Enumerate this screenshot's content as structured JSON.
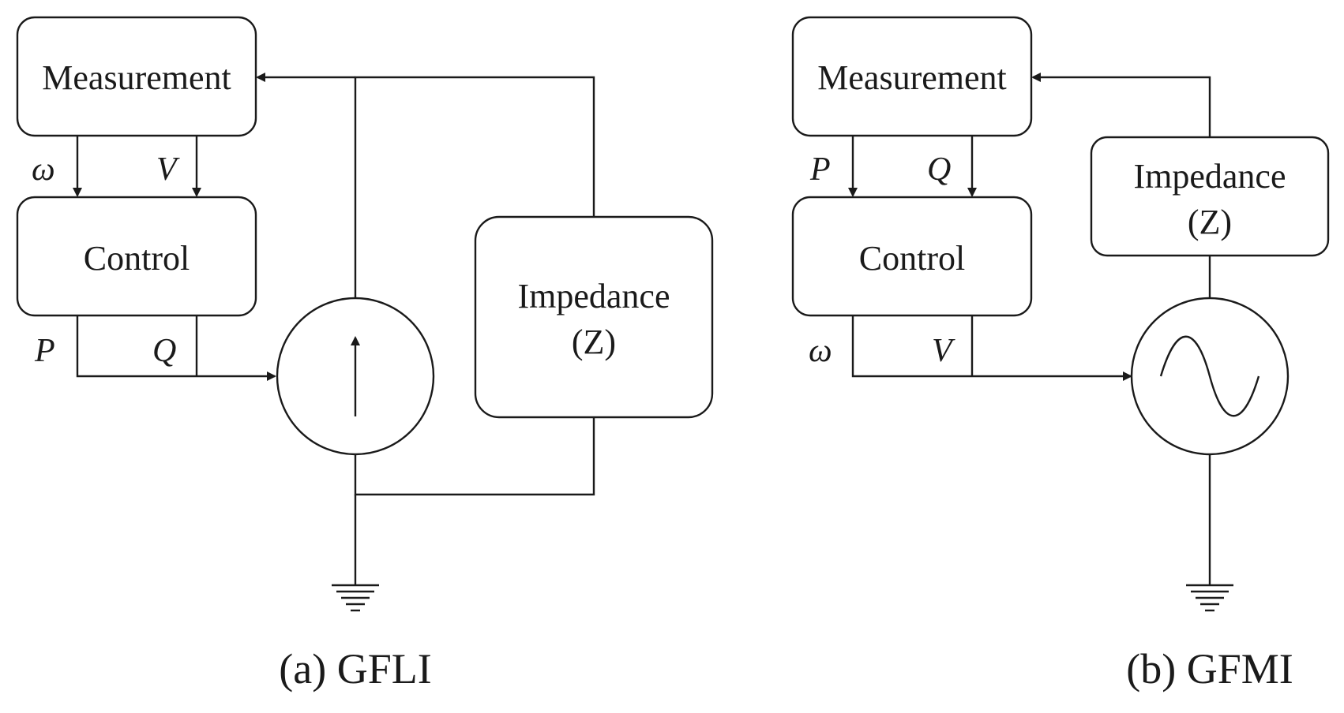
{
  "gfli": {
    "measurement": "Measurement",
    "control": "Control",
    "impedance_line1": "Impedance",
    "impedance_line2": "(Z)",
    "meas_out_1": "ω",
    "meas_out_2": "V",
    "ctrl_out_1": "P",
    "ctrl_out_2": "Q",
    "caption": "(a) GFLI"
  },
  "gfmi": {
    "measurement": "Measurement",
    "control": "Control",
    "impedance_line1": "Impedance",
    "impedance_line2": "(Z)",
    "meas_out_1": "P",
    "meas_out_2": "Q",
    "ctrl_out_1": "ω",
    "ctrl_out_2": "V",
    "caption": "(b) GFMI"
  },
  "colors": {
    "line": "#1a1a1a",
    "background": "#ffffff"
  },
  "icons": {
    "gfli_source": "current-source-icon",
    "gfmi_source": "voltage-source-icon",
    "ground": "ground-icon"
  }
}
